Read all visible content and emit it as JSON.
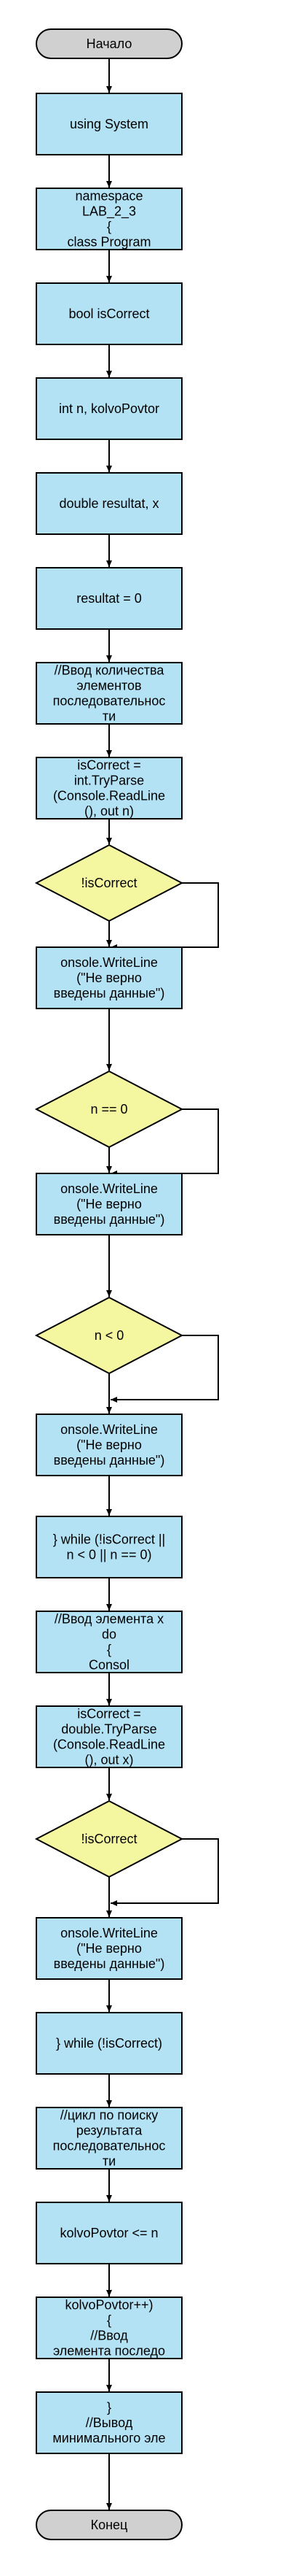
{
  "colors": {
    "terminal_fill": "#d0d0d0",
    "process_fill": "#b3e2f5",
    "decision_fill": "#f4f6a0",
    "stroke": "#000000",
    "arrow": "#000000"
  },
  "nodes": [
    {
      "id": "start",
      "type": "terminal",
      "lines": [
        "Начало"
      ]
    },
    {
      "id": "p1",
      "type": "process",
      "lines": [
        "using System"
      ]
    },
    {
      "id": "p2",
      "type": "process",
      "lines": [
        "namespace",
        "LAB_2_3",
        "{",
        "class Program"
      ]
    },
    {
      "id": "p3",
      "type": "process",
      "lines": [
        "bool isCorrect"
      ]
    },
    {
      "id": "p4",
      "type": "process",
      "lines": [
        "int n, kolvoPovtor"
      ]
    },
    {
      "id": "p5",
      "type": "process",
      "lines": [
        "double resultat, x"
      ]
    },
    {
      "id": "p6",
      "type": "process",
      "lines": [
        "resultat = 0"
      ]
    },
    {
      "id": "p7",
      "type": "process",
      "lines": [
        "//Ввод количества",
        "элементов",
        "последовательнос",
        "ти"
      ]
    },
    {
      "id": "p8",
      "type": "process",
      "lines": [
        "isCorrect =",
        "int.TryParse",
        "(Console.ReadLine",
        "(), out n)"
      ]
    },
    {
      "id": "d1",
      "type": "decision",
      "lines": [
        "!isCorrect"
      ]
    },
    {
      "id": "p9",
      "type": "process",
      "lines": [
        "onsole.WriteLine",
        "(\"Не верно",
        "введены данные\")"
      ]
    },
    {
      "id": "d2",
      "type": "decision",
      "lines": [
        "n == 0"
      ]
    },
    {
      "id": "p10",
      "type": "process",
      "lines": [
        "onsole.WriteLine",
        "(\"Не верно",
        "введены данные\")"
      ]
    },
    {
      "id": "d3",
      "type": "decision",
      "lines": [
        "n < 0"
      ]
    },
    {
      "id": "p11",
      "type": "process",
      "lines": [
        "onsole.WriteLine",
        "(\"Не верно",
        "введены данные\")"
      ]
    },
    {
      "id": "p12",
      "type": "process",
      "lines": [
        "} while (!isCorrect ||",
        "n < 0 || n == 0)"
      ]
    },
    {
      "id": "p13",
      "type": "process",
      "lines": [
        "//Ввод элемента x",
        "do",
        "{",
        "Consol"
      ]
    },
    {
      "id": "p14",
      "type": "process",
      "lines": [
        "isCorrect =",
        "double.TryParse",
        "(Console.ReadLine",
        "(), out x)"
      ]
    },
    {
      "id": "d4",
      "type": "decision",
      "lines": [
        "!isCorrect"
      ]
    },
    {
      "id": "p15",
      "type": "process",
      "lines": [
        "onsole.WriteLine",
        "(\"Не верно",
        "введены данные\")"
      ]
    },
    {
      "id": "p16",
      "type": "process",
      "lines": [
        "} while (!isCorrect)"
      ]
    },
    {
      "id": "p17",
      "type": "process",
      "lines": [
        "//цикл по поиску",
        "результата",
        "последовательнос",
        "ти"
      ]
    },
    {
      "id": "p18",
      "type": "process",
      "lines": [
        "kolvoPovtor <= n"
      ]
    },
    {
      "id": "p19",
      "type": "process",
      "lines": [
        "kolvoPovtor++)",
        "{",
        "//Ввод",
        "элемента последо"
      ]
    },
    {
      "id": "p20",
      "type": "process",
      "lines": [
        "}",
        "//Вывод",
        "минимального эле"
      ]
    },
    {
      "id": "end",
      "type": "terminal",
      "lines": [
        "Конец"
      ]
    }
  ],
  "loops": [
    {
      "from": "d1"
    },
    {
      "from": "d2"
    },
    {
      "from": "d3"
    },
    {
      "from": "d4"
    }
  ]
}
